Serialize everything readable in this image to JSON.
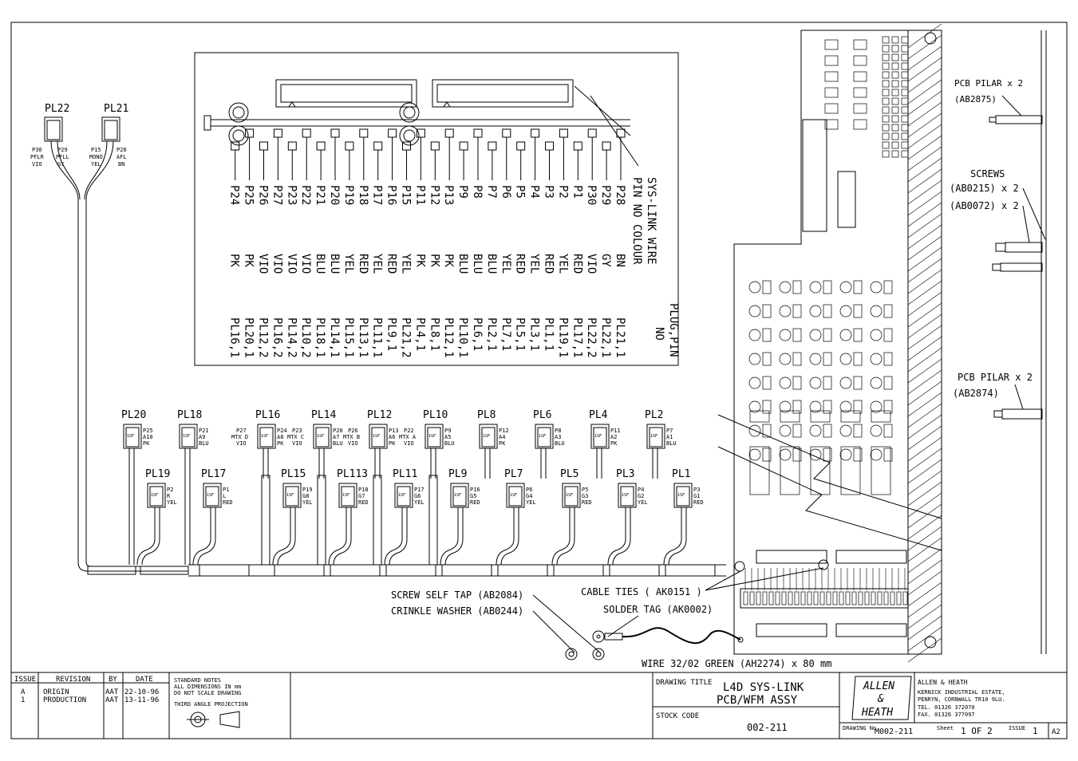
{
  "plugs_top": [
    {
      "name": "PL20",
      "l1": "P25",
      "l2": "A10",
      "l3": "PK"
    },
    {
      "name": "PL18",
      "l1": "P21",
      "l2": "A9",
      "l3": "BLU"
    },
    {
      "name": "PL16",
      "l1": "P24",
      "l2": "A8",
      "l3": "PK",
      "extra": "P27",
      "extra2": "MTX D",
      "extra3": "VIO"
    },
    {
      "name": "PL14",
      "l1": "P20",
      "l2": "A7",
      "l3": "BLU",
      "extra": "P23",
      "extra2": "MTX C",
      "extra3": "VIO"
    },
    {
      "name": "PL12",
      "l1": "P13",
      "l2": "A6",
      "l3": "PK",
      "extra": "P26",
      "extra2": "MTX B",
      "extra3": "VIO"
    },
    {
      "name": "PL10",
      "l1": "P9",
      "l2": "A5",
      "l3": "BLU",
      "extra": "P22",
      "extra2": "MTX A",
      "extra3": "VIO"
    },
    {
      "name": "PL8",
      "l1": "P12",
      "l2": "A4",
      "l3": "PK"
    },
    {
      "name": "PL6",
      "l1": "P8",
      "l2": "A3",
      "l3": "BLU"
    },
    {
      "name": "PL4",
      "l1": "P11",
      "l2": "A2",
      "l3": "PK"
    },
    {
      "name": "PL2",
      "l1": "P7",
      "l2": "A1",
      "l3": "BLU"
    }
  ],
  "plugs_bottom": [
    {
      "name": "PL19",
      "l1": "P2",
      "l2": "R",
      "l3": "YEL"
    },
    {
      "name": "PL17",
      "l1": "P1",
      "l2": "L",
      "l3": "RED"
    },
    {
      "name": "PL15",
      "l1": "P19",
      "l2": "G8",
      "l3": "YEL"
    },
    {
      "name": "PL113",
      "l1": "P18",
      "l2": "G7",
      "l3": "RED"
    },
    {
      "name": "PL11",
      "l1": "P17",
      "l2": "G6",
      "l3": "YEL"
    },
    {
      "name": "PL9",
      "l1": "P16",
      "l2": "G5",
      "l3": "RED"
    },
    {
      "name": "PL7",
      "l1": "P6",
      "l2": "G4",
      "l3": "YEL"
    },
    {
      "name": "PL5",
      "l1": "P5",
      "l2": "G3",
      "l3": "RED"
    },
    {
      "name": "PL3",
      "l1": "P4",
      "l2": "G2",
      "l3": "YEL"
    },
    {
      "name": "PL1",
      "l1": "P3",
      "l2": "G1",
      "l3": "RED"
    }
  ],
  "plug_code": "1SF",
  "pl22": {
    "name": "PL22",
    "a1": "P30",
    "a2": "PFLR",
    "a3": "VIO",
    "b1": "P29",
    "b2": "PFLL",
    "b3": "GY"
  },
  "pl21": {
    "name": "PL21",
    "a1": "P15",
    "a2": "MONO",
    "a3": "YEL",
    "b1": "P28",
    "b2": "AFL",
    "b3": "BN"
  },
  "table": {
    "header1": "SYS-LINK WIRE",
    "header2": "PIN NO COLOUR",
    "header3": "PLUG,PIN",
    "header4": "NO",
    "rows": [
      {
        "pin": "P28",
        "col": "BN",
        "plug": "PL21,1"
      },
      {
        "pin": "P29",
        "col": "GY",
        "plug": "PL22,1"
      },
      {
        "pin": "P30",
        "col": "VIO",
        "plug": "PL22,2"
      },
      {
        "pin": "P1",
        "col": "RED",
        "plug": "PL17,1"
      },
      {
        "pin": "P2",
        "col": "YEL",
        "plug": "PL19,1"
      },
      {
        "pin": "P3",
        "col": "RED",
        "plug": "PL1,1"
      },
      {
        "pin": "P4",
        "col": "YEL",
        "plug": "PL3,1"
      },
      {
        "pin": "P5",
        "col": "RED",
        "plug": "PL5,1"
      },
      {
        "pin": "P6",
        "col": "YEL",
        "plug": "PL7,1"
      },
      {
        "pin": "P7",
        "col": "BLU",
        "plug": "PL2,1"
      },
      {
        "pin": "P8",
        "col": "BLU",
        "plug": "PL6,1"
      },
      {
        "pin": "P9",
        "col": "BLU",
        "plug": "PL10,1"
      },
      {
        "pin": "P13",
        "col": "PK",
        "plug": "PL12,1"
      },
      {
        "pin": "P12",
        "col": "PK",
        "plug": "PL8,1"
      },
      {
        "pin": "P11",
        "col": "PK",
        "plug": "PL4,1"
      },
      {
        "pin": "P15",
        "col": "YEL",
        "plug": "PL21,2"
      },
      {
        "pin": "P16",
        "col": "RED",
        "plug": "PL9,1"
      },
      {
        "pin": "P17",
        "col": "YEL",
        "plug": "PL11,1"
      },
      {
        "pin": "P18",
        "col": "RED",
        "plug": "PL13,1"
      },
      {
        "pin": "P19",
        "col": "YEL",
        "plug": "PL15,1"
      },
      {
        "pin": "P20",
        "col": "BLU",
        "plug": "PL14,1"
      },
      {
        "pin": "P21",
        "col": "BLU",
        "plug": "PL18,1"
      },
      {
        "pin": "P22",
        "col": "VIO",
        "plug": "PL10,2"
      },
      {
        "pin": "P23",
        "col": "VIO",
        "plug": "PL14,2"
      },
      {
        "pin": "P27",
        "col": "VIO",
        "plug": "PL16,2"
      },
      {
        "pin": "P26",
        "col": "VIO",
        "plug": "PL12,2"
      },
      {
        "pin": "P25",
        "col": "PK",
        "plug": "PL20,1"
      },
      {
        "pin": "P24",
        "col": "PK",
        "plug": "PL16,1"
      }
    ]
  },
  "notes": {
    "pcb_pilar_1": "PCB PILAR x 2",
    "pcb_pilar_1_code": "(AB2875)",
    "screws": "SCREWS",
    "screws_1": "(AB0215) x 2",
    "screws_2": "(AB0072) x 2",
    "pcb_pilar_2": "PCB PILAR x 2",
    "pcb_pilar_2_code": "(AB2874)",
    "screw_self_tap": "SCREW SELF TAP (AB2084)",
    "crinkle_washer": "CRINKLE WASHER (AB0244)",
    "cable_ties": "CABLE TIES ( AK0151 )",
    "solder_tag": "SOLDER TAG (AK0002)",
    "wire": "WIRE 32/02 GREEN (AH2274) x 80 mm"
  },
  "title_block": {
    "issue_h": "ISSUE",
    "revision_h": "REVISION",
    "by_h": "BY",
    "date_h": "DATE",
    "rev": [
      {
        "issue": "A",
        "revision": "ORIGIN",
        "by": "AAT",
        "date": "22-10-96"
      },
      {
        "issue": "1",
        "revision": "PRODUCTION",
        "by": "AAT",
        "date": "13-11-96"
      }
    ],
    "std_notes": "STANDARD NOTES",
    "std_1": "ALL DIMENSIONS IN mm",
    "std_2": "DO NOT SCALE DRAWING",
    "projection": "THIRD ANGLE PROJECTION",
    "drawing_title_label": "DRAWING TITLE",
    "title_1": "L4D SYS-LINK",
    "title_2": "PCB/WFM ASSY",
    "stock_code_label": "STOCK CODE",
    "stock_code": "002-211",
    "logo_1": "ALLEN",
    "logo_2": "&",
    "logo_3": "HEATH",
    "company": "ALLEN & HEATH",
    "addr_1": "KERNICK INDUSTRIAL ESTATE,",
    "addr_2": "PENRYN, CORNWALL TR10 9LU.",
    "tel": "TEL. 01326 372070",
    "fax": "FAX. 01326 377097",
    "drawing_no_label": "DRAWING No",
    "drawing_no": "M002-211",
    "sheet_label": "Sheet",
    "sheet": "1 OF 2",
    "issue_label": "ISSUE",
    "issue": "1",
    "size": "A2"
  }
}
